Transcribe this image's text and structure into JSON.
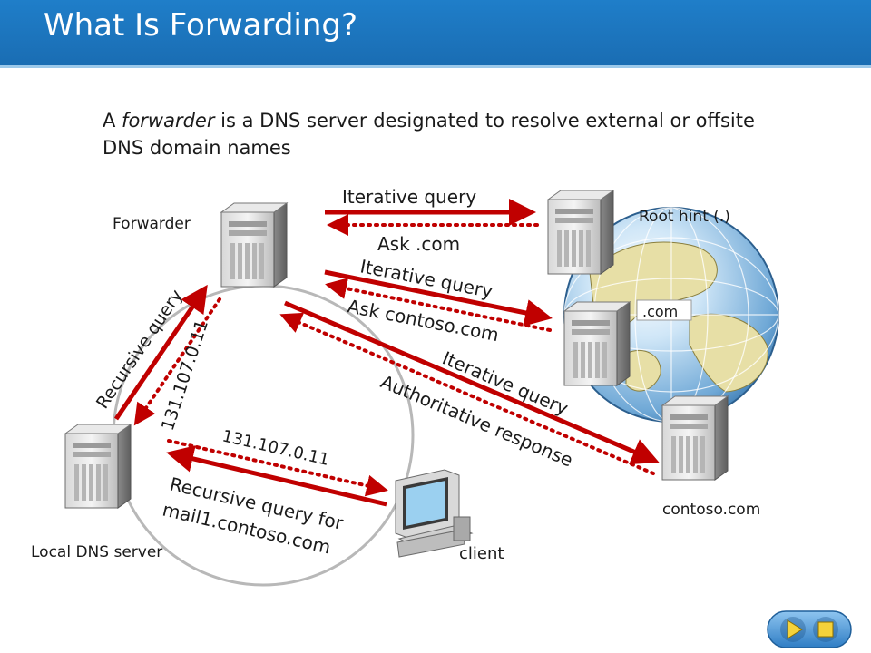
{
  "title": "What Is Forwarding?",
  "intro": {
    "before": "A ",
    "emphasis": "forwarder",
    "after": " is a DNS server designated to resolve external or offsite DNS domain names"
  },
  "nodes": {
    "forwarder": "Forwarder",
    "root_hint": "Root hint (.)",
    "com_server": ".com",
    "contoso_server": "contoso.com",
    "local_dns": "Local DNS server",
    "client": "client"
  },
  "flows": {
    "iterative_query_root": "Iterative query",
    "ask_com": "Ask .com",
    "iterative_query_com": "Iterative query",
    "ask_contoso": "Ask contoso.com",
    "iterative_query_contoso": "Iterative query",
    "authoritative_response": "Authoritative response",
    "recursive_query": "Recursive query",
    "forwarder_reply_ip": "131.107.0.11",
    "client_reply_ip": "131.107.0.11",
    "client_query_line1": "Recursive query for",
    "client_query_line2": "mail1.contoso.com"
  },
  "colors": {
    "header": "#1f7ec9",
    "arrow": "#c00000",
    "circle": "#b0b0b0"
  }
}
